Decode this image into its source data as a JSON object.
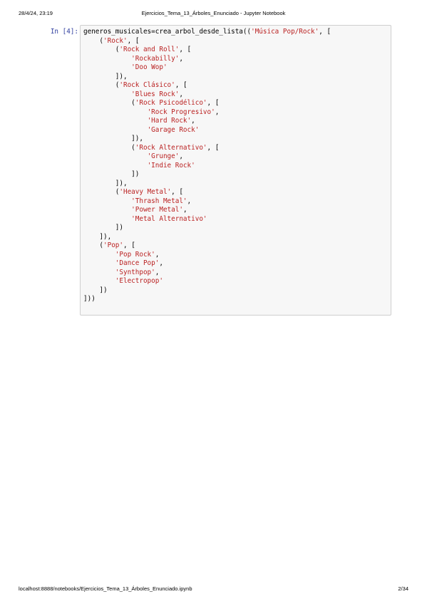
{
  "header": {
    "datetime": "28/4/24, 23:19",
    "title": "Ejercicios_Tema_13_Árboles_Enunciado - Jupyter Notebook"
  },
  "footer": {
    "url": "localhost:8888/notebooks/Ejercicios_Tema_13_Árboles_Enunciado.ipynb",
    "page": "2/34"
  },
  "cell": {
    "prompt": "In [4]:",
    "lines": [
      [
        {
          "t": "generos_musicales=crea_arbol_desde_lista((",
          "c": "p"
        },
        {
          "t": "'Música Pop/Rock'",
          "c": "s"
        },
        {
          "t": ", [",
          "c": "p"
        }
      ],
      [
        {
          "t": "    (",
          "c": "p"
        },
        {
          "t": "'Rock'",
          "c": "s"
        },
        {
          "t": ", [",
          "c": "p"
        }
      ],
      [
        {
          "t": "        (",
          "c": "p"
        },
        {
          "t": "'Rock and Roll'",
          "c": "s"
        },
        {
          "t": ", [",
          "c": "p"
        }
      ],
      [
        {
          "t": "            ",
          "c": "p"
        },
        {
          "t": "'Rockabilly'",
          "c": "s"
        },
        {
          "t": ",",
          "c": "p"
        }
      ],
      [
        {
          "t": "            ",
          "c": "p"
        },
        {
          "t": "'Doo Wop'",
          "c": "s"
        }
      ],
      [
        {
          "t": "        ]),",
          "c": "p"
        }
      ],
      [
        {
          "t": "        (",
          "c": "p"
        },
        {
          "t": "'Rock Clásico'",
          "c": "s"
        },
        {
          "t": ", [",
          "c": "p"
        }
      ],
      [
        {
          "t": "            ",
          "c": "p"
        },
        {
          "t": "'Blues Rock'",
          "c": "s"
        },
        {
          "t": ",",
          "c": "p"
        }
      ],
      [
        {
          "t": "            (",
          "c": "p"
        },
        {
          "t": "'Rock Psicodélico'",
          "c": "s"
        },
        {
          "t": ", [",
          "c": "p"
        }
      ],
      [
        {
          "t": "                ",
          "c": "p"
        },
        {
          "t": "'Rock Progresivo'",
          "c": "s"
        },
        {
          "t": ",",
          "c": "p"
        }
      ],
      [
        {
          "t": "                ",
          "c": "p"
        },
        {
          "t": "'Hard Rock'",
          "c": "s"
        },
        {
          "t": ",",
          "c": "p"
        }
      ],
      [
        {
          "t": "                ",
          "c": "p"
        },
        {
          "t": "'Garage Rock'",
          "c": "s"
        }
      ],
      [
        {
          "t": "            ]),",
          "c": "p"
        }
      ],
      [
        {
          "t": "            (",
          "c": "p"
        },
        {
          "t": "'Rock Alternativo'",
          "c": "s"
        },
        {
          "t": ", [",
          "c": "p"
        }
      ],
      [
        {
          "t": "                ",
          "c": "p"
        },
        {
          "t": "'Grunge'",
          "c": "s"
        },
        {
          "t": ",",
          "c": "p"
        }
      ],
      [
        {
          "t": "                ",
          "c": "p"
        },
        {
          "t": "'Indie Rock'",
          "c": "s"
        }
      ],
      [
        {
          "t": "            ])",
          "c": "p"
        }
      ],
      [
        {
          "t": "        ]),",
          "c": "p"
        }
      ],
      [
        {
          "t": "        (",
          "c": "p"
        },
        {
          "t": "'Heavy Metal'",
          "c": "s"
        },
        {
          "t": ", [",
          "c": "p"
        }
      ],
      [
        {
          "t": "            ",
          "c": "p"
        },
        {
          "t": "'Thrash Metal'",
          "c": "s"
        },
        {
          "t": ",",
          "c": "p"
        }
      ],
      [
        {
          "t": "            ",
          "c": "p"
        },
        {
          "t": "'Power Metal'",
          "c": "s"
        },
        {
          "t": ",",
          "c": "p"
        }
      ],
      [
        {
          "t": "            ",
          "c": "p"
        },
        {
          "t": "'Metal Alternativo'",
          "c": "s"
        }
      ],
      [
        {
          "t": "        ])",
          "c": "p"
        }
      ],
      [
        {
          "t": "    ]),",
          "c": "p"
        }
      ],
      [
        {
          "t": "    (",
          "c": "p"
        },
        {
          "t": "'Pop'",
          "c": "s"
        },
        {
          "t": ", [",
          "c": "p"
        }
      ],
      [
        {
          "t": "        ",
          "c": "p"
        },
        {
          "t": "'Pop Rock'",
          "c": "s"
        },
        {
          "t": ",",
          "c": "p"
        }
      ],
      [
        {
          "t": "        ",
          "c": "p"
        },
        {
          "t": "'Dance Pop'",
          "c": "s"
        },
        {
          "t": ",",
          "c": "p"
        }
      ],
      [
        {
          "t": "        ",
          "c": "p"
        },
        {
          "t": "'Synthpop'",
          "c": "s"
        },
        {
          "t": ",",
          "c": "p"
        }
      ],
      [
        {
          "t": "        ",
          "c": "p"
        },
        {
          "t": "'Electropop'",
          "c": "s"
        }
      ],
      [
        {
          "t": "    ])",
          "c": "p"
        }
      ],
      [
        {
          "t": "]))",
          "c": "p"
        }
      ]
    ]
  },
  "colors": {
    "string": "#ba2121",
    "prompt": "#303f9f",
    "cell_background": "#f7f7f7",
    "cell_border": "#cfcfcf"
  }
}
